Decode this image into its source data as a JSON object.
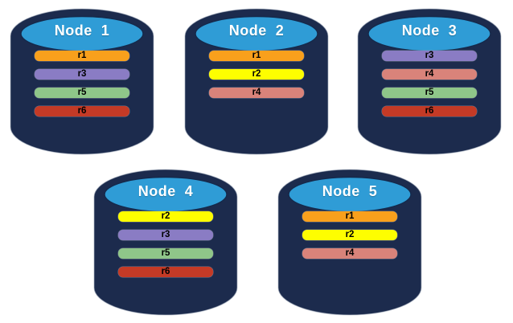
{
  "diagram": {
    "description": "Five database nodes with replicated partitions",
    "colors": {
      "cylinder_body": "#1C2B4D",
      "cylinder_top_fill": "#2F9CD6",
      "cylinder_top_stroke": "#15294B",
      "node_label_color": "#FFFFFF",
      "replica_label_color": "#000000"
    },
    "nodes": [
      {
        "label": "Node  1",
        "replicas": [
          {
            "label": "r1",
            "color": "#F9A01C"
          },
          {
            "label": "r3",
            "color": "#8A7CC4"
          },
          {
            "label": "r5",
            "color": "#8FC689"
          },
          {
            "label": "r6",
            "color": "#C43A26"
          }
        ]
      },
      {
        "label": "Node  2",
        "replicas": [
          {
            "label": "r1",
            "color": "#F9A01C"
          },
          {
            "label": "r2",
            "color": "#FEFE00"
          },
          {
            "label": "r4",
            "color": "#D9837A"
          }
        ]
      },
      {
        "label": "Node  3",
        "replicas": [
          {
            "label": "r3",
            "color": "#8A7CC4"
          },
          {
            "label": "r4",
            "color": "#D9837A"
          },
          {
            "label": "r5",
            "color": "#8FC689"
          },
          {
            "label": "r6",
            "color": "#C43A26"
          }
        ]
      },
      {
        "label": "Node  4",
        "replicas": [
          {
            "label": "r2",
            "color": "#FEFE00"
          },
          {
            "label": "r3",
            "color": "#8A7CC4"
          },
          {
            "label": "r5",
            "color": "#8FC689"
          },
          {
            "label": "r6",
            "color": "#C43A26"
          }
        ]
      },
      {
        "label": "Node  5",
        "replicas": [
          {
            "label": "r1",
            "color": "#F9A01C"
          },
          {
            "label": "r2",
            "color": "#FEFE00"
          },
          {
            "label": "r4",
            "color": "#D9837A"
          }
        ]
      }
    ]
  }
}
